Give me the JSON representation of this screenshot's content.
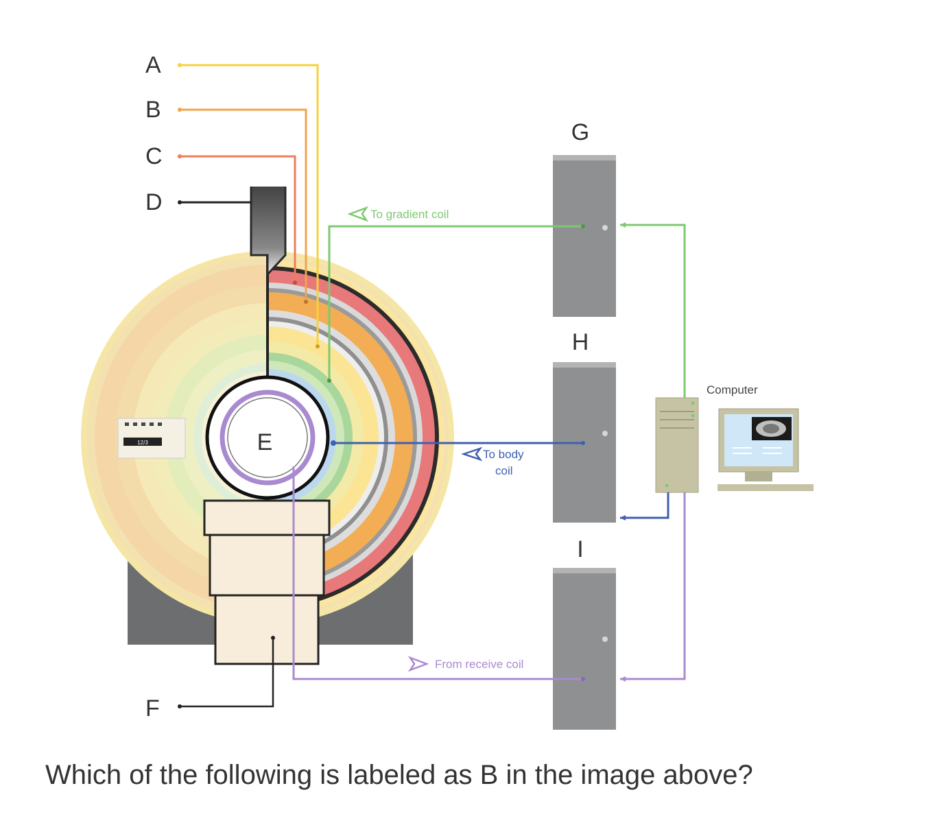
{
  "diagram": {
    "labels": {
      "a": "A",
      "b": "B",
      "c": "C",
      "d": "D",
      "e": "E",
      "f": "F",
      "g": "G",
      "h": "H",
      "i": "I"
    },
    "annotations": {
      "gradient": "To gradient coil",
      "body_line1": "To body",
      "body_line2": "coil",
      "receive": "From receive coil",
      "computer": "Computer"
    },
    "panel_display": "12/3",
    "colors": {
      "line_a": "#f7d13d",
      "line_b": "#f0a34e",
      "line_c": "#ee7d5d",
      "gradient": "#7dc96f",
      "body": "#3f5fb0",
      "receive": "#a98ad0",
      "cabinet": "#8f9092",
      "ring_red": "#e8797a",
      "ring_orange": "#f2ad55",
      "ring_yellow": "#fbe595",
      "ring_blue": "#bcd8ee"
    }
  },
  "question": "Which of the following is labeled as B in the image above?"
}
